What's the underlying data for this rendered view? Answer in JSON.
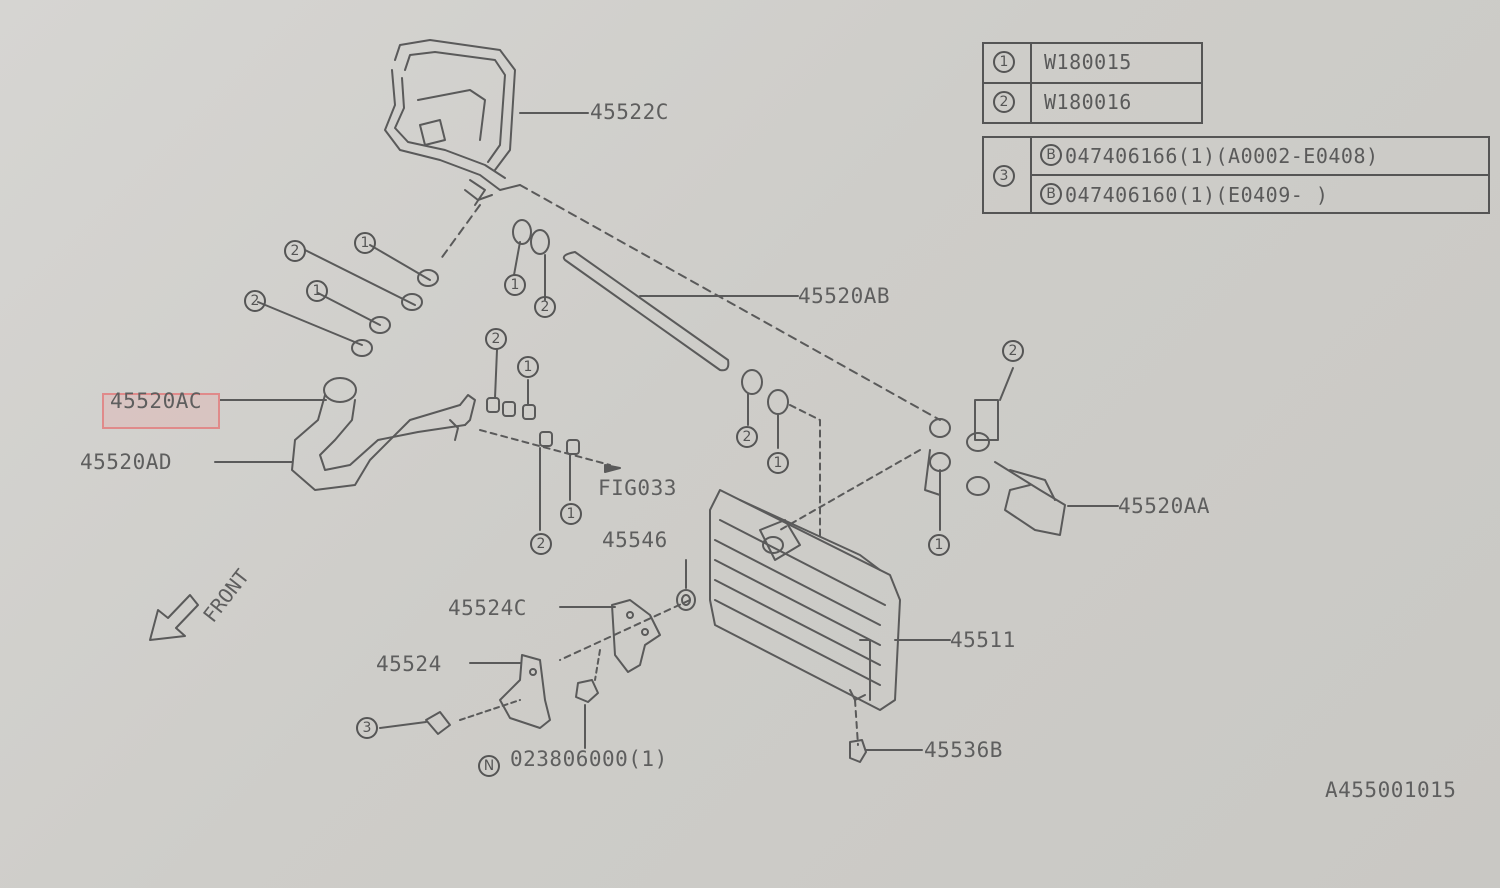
{
  "parts": {
    "p45522C": "45522C",
    "p45520AB": "45520AB",
    "p45520AC": "45520AC",
    "p45520AD": "45520AD",
    "p45520AA": "45520AA",
    "p45546": "45546",
    "p45524C": "45524C",
    "p45524": "45524",
    "p45511": "45511",
    "p45536B": "45536B",
    "fig": "FIG033",
    "nut": "023806000(1)",
    "nut_symbol": "N",
    "front": "FRONT",
    "diagram_code": "A455001015"
  },
  "callouts": {
    "one": "1",
    "two": "2",
    "three": "3"
  },
  "legend": {
    "row1_num": "1",
    "row1_code": "W180015",
    "row2_num": "2",
    "row2_code": "W180016",
    "row3_num": "3",
    "row3a_symbol": "B",
    "row3a_code": "047406166(1)(A0002-E0408)",
    "row3b_symbol": "B",
    "row3b_code": "047406160(1)(E0409-       )"
  },
  "colors": {
    "line": "#5a5a5a",
    "background": "#cfcecb",
    "highlight": "#e08a8a"
  }
}
